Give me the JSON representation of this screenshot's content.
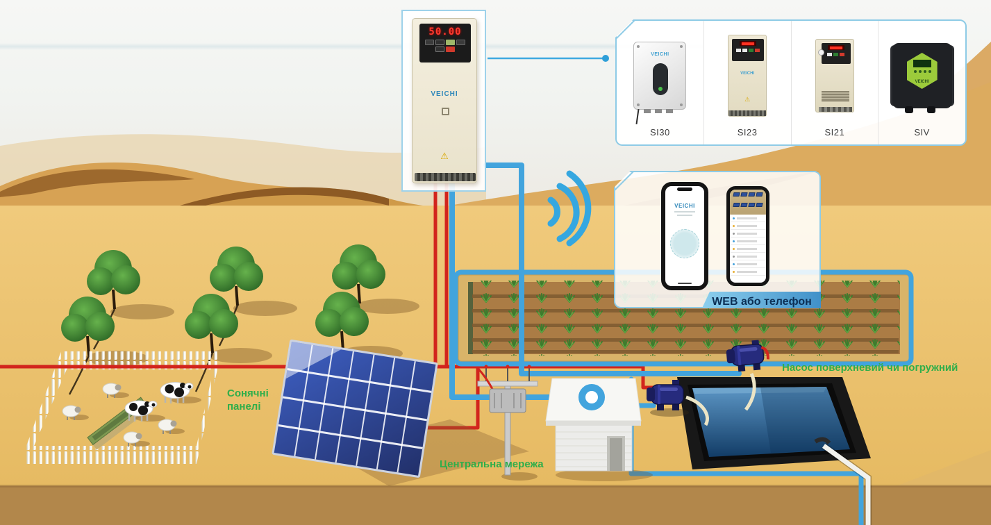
{
  "brand": "VEICHI",
  "main_inverter": {
    "display_value": "50.00"
  },
  "product_panel": {
    "products": [
      {
        "name": "SI30"
      },
      {
        "name": "SI23"
      },
      {
        "name": "SI21"
      },
      {
        "name": "SIV"
      }
    ]
  },
  "monitoring": {
    "badge": "WEB або телефон"
  },
  "labels": {
    "solar_panels": "Сонячні панелі",
    "central_grid": "Центральна мережа",
    "pump": "Насос поверхневий чи погружний"
  },
  "colors": {
    "wire_red": "#d2251d",
    "pipe_blue": "#42a4dd",
    "panel_border_blue": "#8ecbe6",
    "label_green": "#2fae4a",
    "banner_text": "#0c2f55"
  }
}
